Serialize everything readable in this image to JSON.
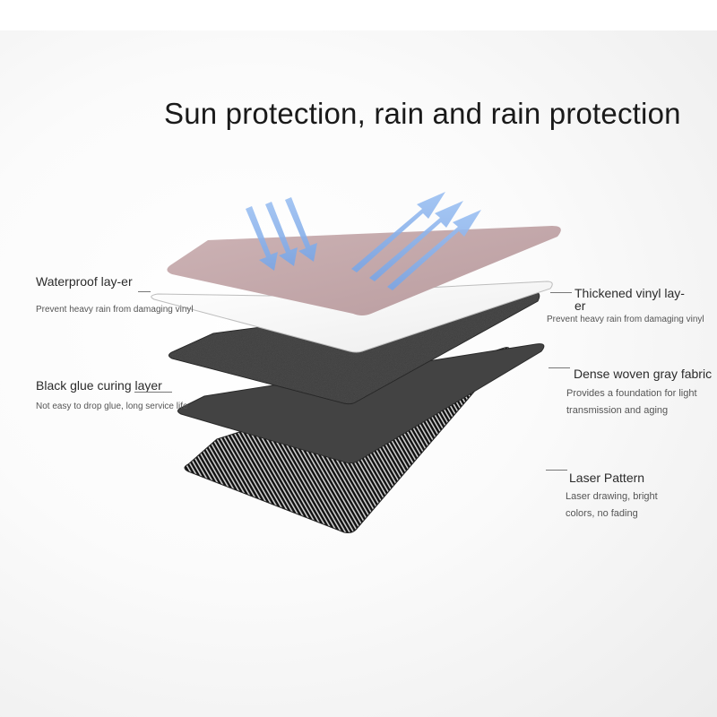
{
  "title": "Sun protection, rain and rain protection",
  "layers": {
    "waterproof": {
      "label": "Waterproof lay-er",
      "desc": "Prevent heavy rain from damaging vinyl"
    },
    "black_glue": {
      "label": "Black glue curing layer",
      "desc": "Not easy to drop glue, long service life"
    },
    "vinyl": {
      "label": "Thickened vinyl lay-er",
      "desc": "Prevent heavy rain from damaging vinyl"
    },
    "fabric": {
      "label": "Dense woven gray fabric",
      "desc": "Provides a foundation for light transmission and aging"
    },
    "laser": {
      "label": "Laser Pattern",
      "desc": "Laser drawing, bright colors, no fading"
    }
  },
  "colors": {
    "top_film": "#c4a9ab",
    "clear_layer": "#f7f7f7",
    "black_glue": "#3b3b3b",
    "fabric": "#404040",
    "laser": "#1f1f1f",
    "arrows": "#94b9ee"
  }
}
